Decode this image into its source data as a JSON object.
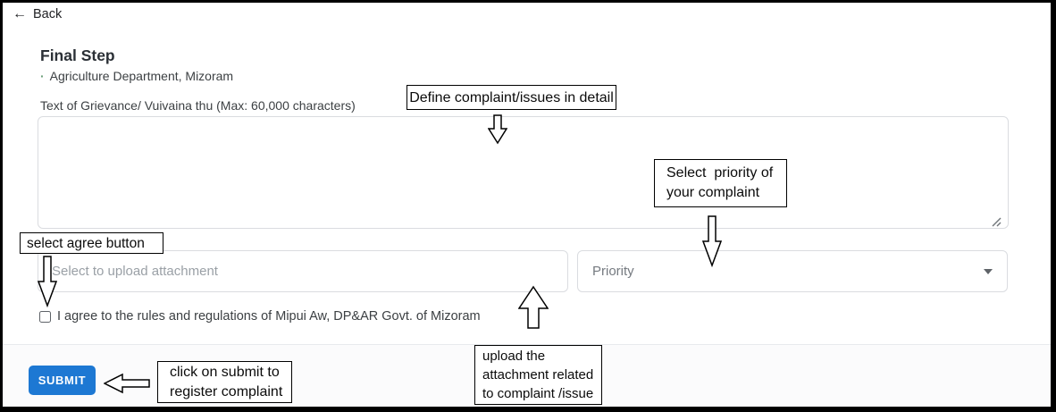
{
  "window": {
    "back_label": "Back",
    "back_glyph": "←",
    "bullet_glyph": "·"
  },
  "form": {
    "title": "Final Step",
    "department": "Agriculture Department, Mizoram",
    "grievance_label": "Text of Grievance/ Vuivaina thu (Max: 60,000 characters)",
    "grievance_value": "",
    "upload_placeholder": "Select to upload attachment",
    "priority_placeholder": "Priority",
    "agree_label": "I agree to the rules and regulations of Mipui Aw, DP&AR Govt. of Mizoram",
    "agree_checked": false,
    "submit_label": "SUBMIT"
  },
  "annotations": {
    "define_complaint": "Define complaint/issues in detail",
    "select_priority": "Select  priority of\nyour complaint",
    "select_agree": "select agree button",
    "upload_attachment": "upload the\nattachment related\nto complaint /issue",
    "click_submit": "click on submit to\nregister complaint"
  },
  "icons": {
    "back": "arrow-left-icon",
    "department_bullet": "bullet-icon",
    "priority_dropdown": "caret-down-icon",
    "textarea_resize": "resize-grip-icon",
    "annotation_arrows": [
      "block-arrow-down-icon",
      "block-arrow-down-icon",
      "block-arrow-down-icon",
      "block-arrow-up-icon",
      "block-arrow-left-icon"
    ]
  },
  "colors": {
    "submit_button": "#1d78d3",
    "submit_text": "#ffffff",
    "field_border": "#dadce0",
    "placeholder_text": "#9aa0a6",
    "annotation_border": "#000000",
    "divider": "#e8eaed",
    "frame_border": "#000000"
  }
}
